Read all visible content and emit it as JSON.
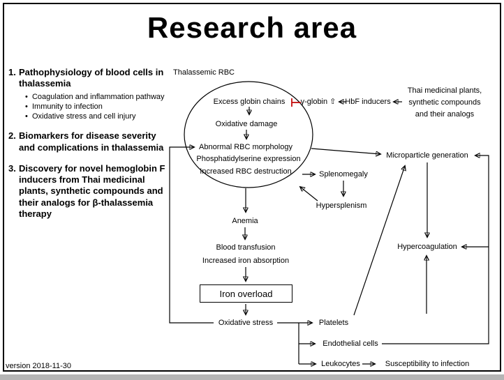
{
  "slide": {
    "title": "Research area",
    "version": "version 2018-11-30"
  },
  "left_panel": {
    "items": [
      {
        "num": "1.",
        "text": "Pathophysiology of blood cells in thalassemia",
        "bullets": [
          "Coagulation and inflammation pathway",
          "Immunity to infection",
          "Oxidative stress and cell injury"
        ]
      },
      {
        "num": "2.",
        "text": "Biomarkers for disease severity and complications in thalassemia"
      },
      {
        "num": "3.",
        "text": "Discovery for novel hemoglobin F inducers from Thai medicinal plants, synthetic compounds and their analogs for β-thalassemia therapy"
      }
    ]
  },
  "diagram": {
    "thalassemic_rbc": "Thalassemic RBC",
    "excess_globin": "Excess globin chains",
    "gamma_globin": "γ-globin ⇧",
    "hbf_inducers": "HbF inducers",
    "thai_plants": [
      "Thai medicinal plants,",
      "synthetic compounds",
      "and their analogs"
    ],
    "oxidative_damage": "Oxidative damage",
    "abnormal_rbc": "Abnormal RBC morphology",
    "ps_expression": "Phosphatidylserine expression",
    "rbc_destruction": "Increased RBC destruction",
    "splenomegaly": "Splenomegaly",
    "hypersplenism": "Hypersplenism",
    "microparticle": "Microparticle generation",
    "anemia": "Anemia",
    "blood_transfusion": "Blood transfusion",
    "iron_absorption": "Increased iron absorption",
    "iron_overload": "Iron overload",
    "oxidative_stress": "Oxidative stress",
    "hypercoagulation": "Hypercoagulation",
    "platelets": "Platelets",
    "endothelial_cells": "Endothelial cells",
    "leukocytes": "Leukocytes",
    "susceptibility": "Susceptibility to infection"
  },
  "colors": {
    "inhibition_red": "#c00000"
  }
}
